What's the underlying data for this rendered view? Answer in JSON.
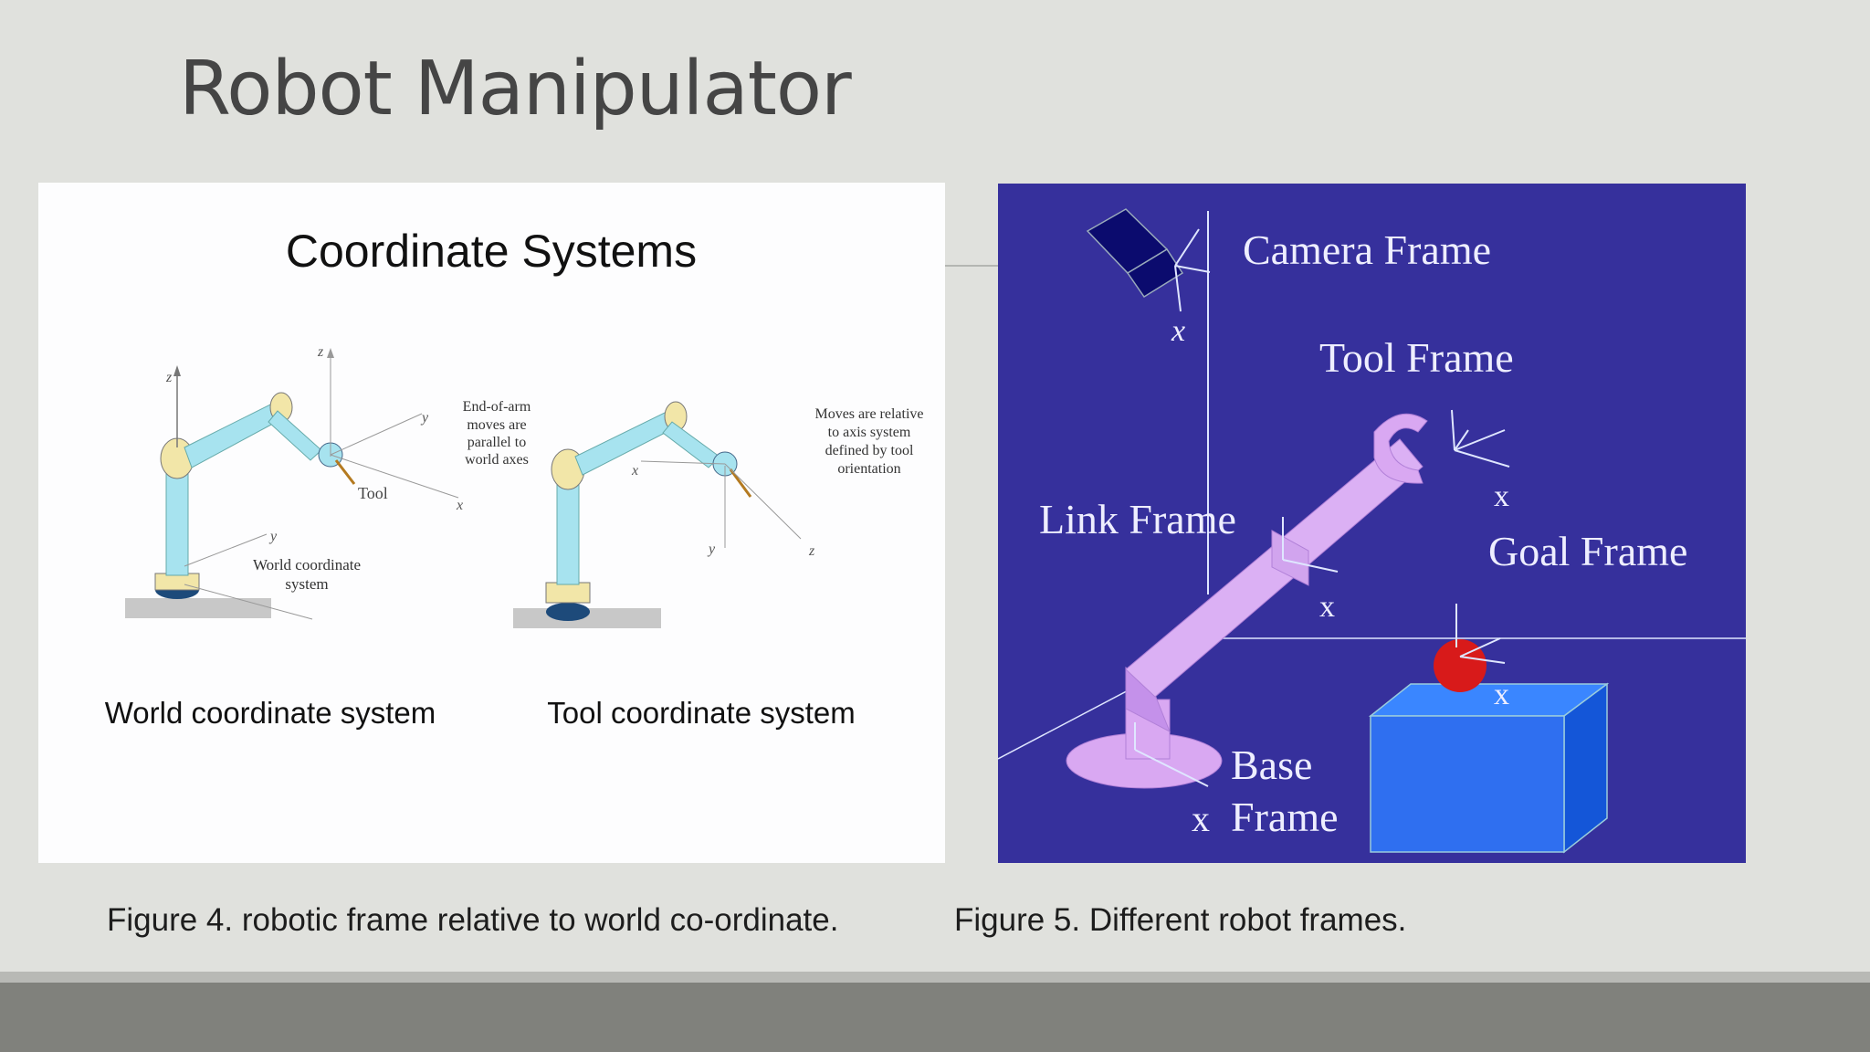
{
  "slide": {
    "title": "Robot Manipulator"
  },
  "figure_left": {
    "heading": "Coordinate Systems",
    "label_world": "World coordinate system",
    "label_tool": "Tool coordinate system",
    "note_world": [
      "End-of-arm",
      "moves are",
      "parallel to",
      "world axes"
    ],
    "note_tool": [
      "Moves are relative",
      "to axis system",
      "defined by tool",
      "orientation"
    ],
    "world_coord_text": [
      "World coordinate",
      "system"
    ],
    "tool_text": "Tool",
    "axes": {
      "z": "z",
      "y": "y",
      "x": "x"
    }
  },
  "figure_right": {
    "camera_frame": "Camera Frame",
    "tool_frame": "Tool Frame",
    "link_frame": "Link Frame",
    "goal_frame": "Goal Frame",
    "base_frame_1": "Base",
    "base_frame_2": "Frame",
    "x_axis": "x",
    "colors": {
      "background": "#36309c",
      "arm": "#d9a8f2",
      "box": "#2f6ff0",
      "ball": "#d81a1a",
      "axis": "#dfe6ff"
    }
  },
  "captions": {
    "figure4": "Figure 4. robotic frame relative to world co-ordinate.",
    "figure5": "Figure 5. Different robot frames."
  }
}
